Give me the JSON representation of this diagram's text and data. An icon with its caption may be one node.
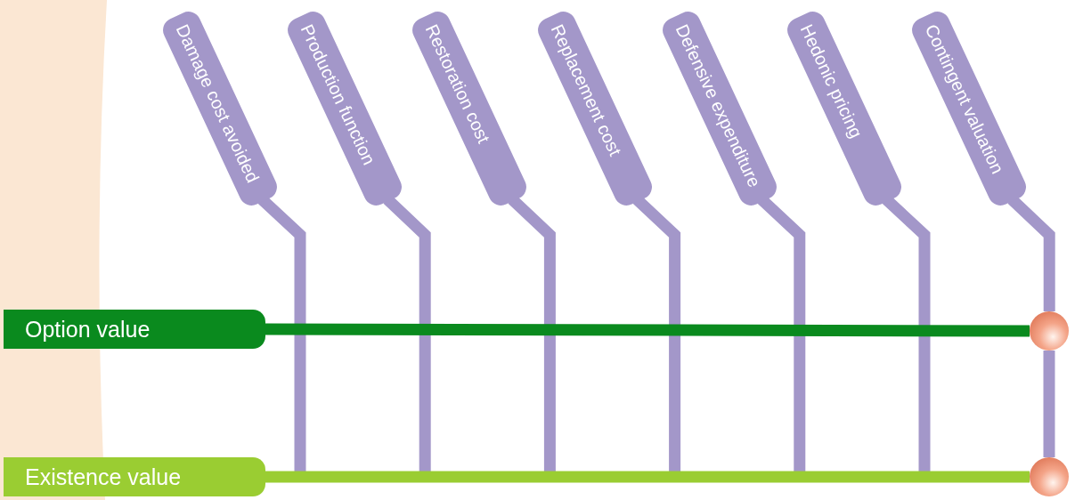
{
  "diagram": {
    "nodes": [
      {
        "text": [
          "Damage cost avoided"
        ]
      },
      {
        "text": [
          "Production function"
        ]
      },
      {
        "text": [
          "Restoration cost"
        ]
      },
      {
        "text": [
          "Replacement cost"
        ]
      },
      {
        "text": [
          "Defensive expenditure"
        ]
      },
      {
        "text": [
          "Hedonic pricing"
        ]
      },
      {
        "text": [
          "Contingent valuation"
        ]
      },
      {
        "text": [
          "Option value"
        ]
      },
      {
        "text": [],
        "shape": "circle"
      },
      {
        "text": [
          "Existence value"
        ]
      },
      {
        "text": [],
        "shape": "circle"
      }
    ],
    "edges": [
      {
        "from": 0,
        "to": null,
        "arrow": "none"
      },
      {
        "from": 1,
        "to": null,
        "arrow": "none"
      },
      {
        "from": 2,
        "to": null,
        "arrow": "none"
      },
      {
        "from": 3,
        "to": null,
        "arrow": "none"
      },
      {
        "from": 4,
        "to": null,
        "arrow": "none"
      },
      {
        "from": 5,
        "to": null,
        "arrow": "none"
      },
      {
        "from": 6,
        "to": 8,
        "arrow": "none"
      },
      {
        "from": 8,
        "to": 10,
        "arrow": "none"
      },
      {
        "from": 7,
        "to": 8,
        "arrow": "none",
        "color": "#0a8a1e"
      },
      {
        "from": 9,
        "to": 10,
        "arrow": "none",
        "color": "#9acd32"
      }
    ]
  }
}
